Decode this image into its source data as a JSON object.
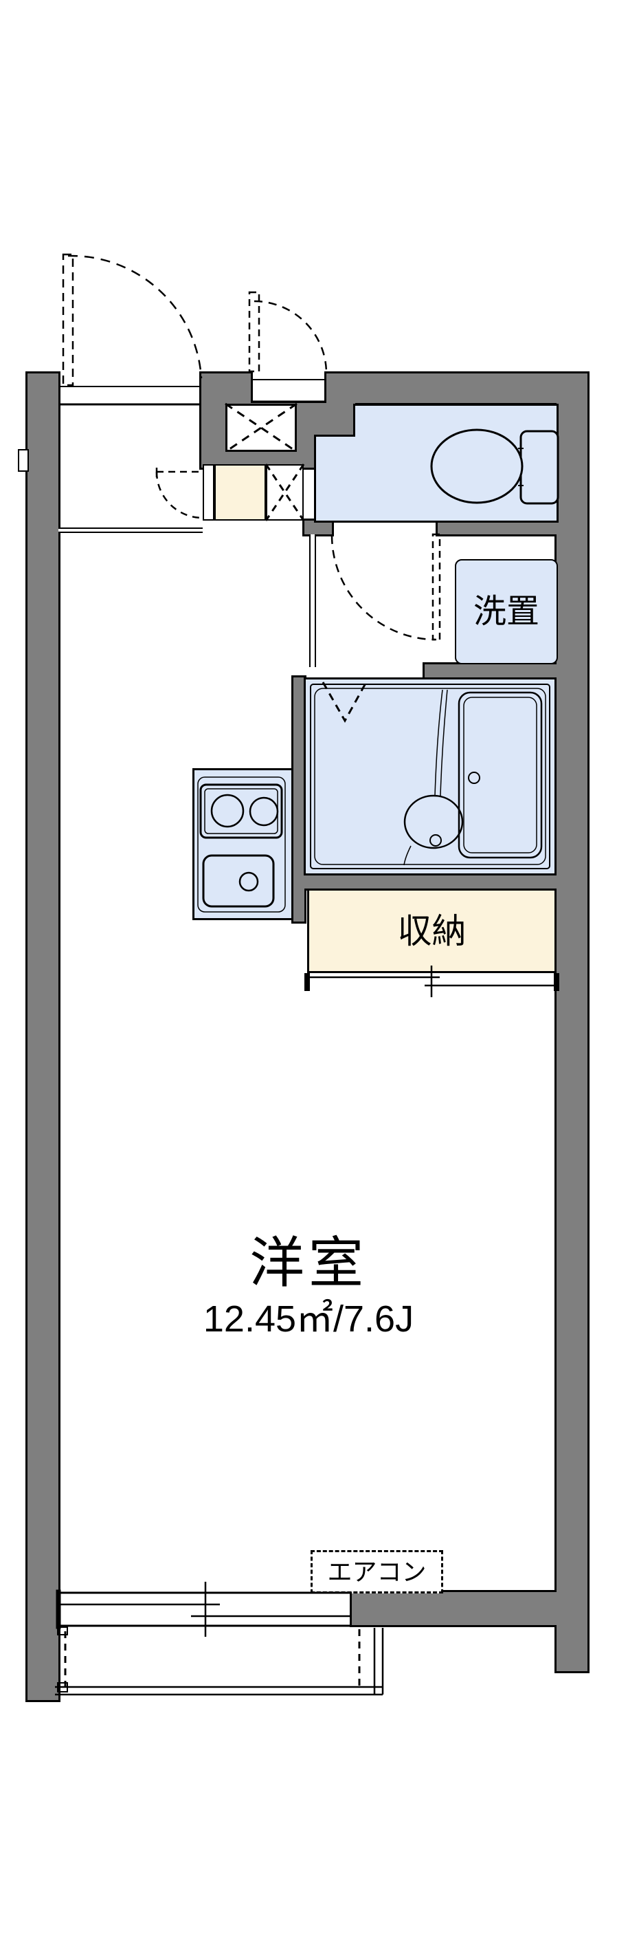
{
  "floorplan": {
    "title_hidden": "",
    "labels": {
      "room_name": "洋室",
      "room_area": "12.45㎡/7.6J",
      "storage": "収納",
      "washer_space": "洗置",
      "aircon": "エアコン"
    },
    "rooms": [
      {
        "id": "western-room",
        "label": "洋室",
        "area_label": "12.45㎡/7.6J"
      },
      {
        "id": "storage-closet",
        "label": "収納"
      },
      {
        "id": "washer-space",
        "label": "洗置"
      },
      {
        "id": "aircon-position",
        "label": "エアコン"
      },
      {
        "id": "toilet-room",
        "label": ""
      },
      {
        "id": "unit-bath",
        "label": ""
      },
      {
        "id": "kitchen",
        "label": ""
      },
      {
        "id": "balcony",
        "label": ""
      }
    ],
    "colors": {
      "wall_gray": "#7f7f7f",
      "line_black": "#000000",
      "fixture_blue": "#dce7f8",
      "storage_cream": "#fcf3dc",
      "background": "#ffffff"
    }
  }
}
